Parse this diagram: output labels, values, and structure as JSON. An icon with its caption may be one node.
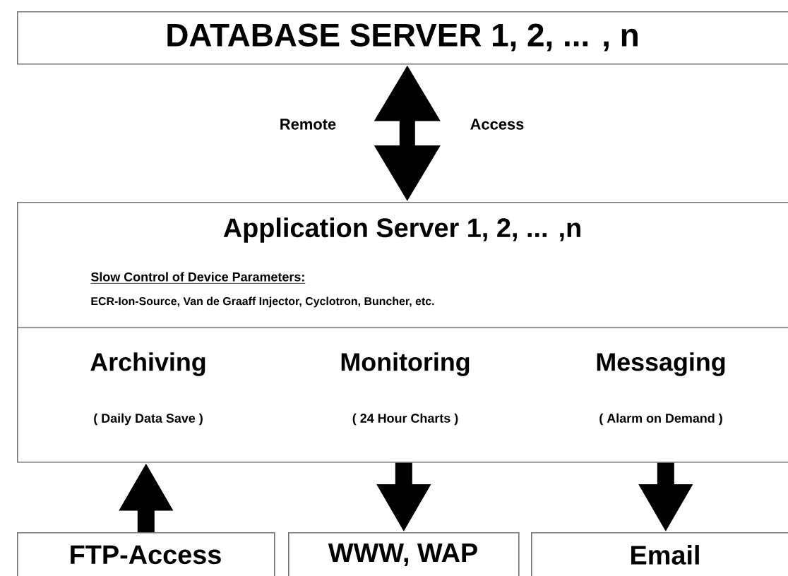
{
  "diagram": {
    "nodes": [
      {
        "text": [
          "DATABASE SERVER 1, 2, ... , n"
        ]
      },
      {
        "text": [
          "Application Server 1, 2, ... ,n",
          "Slow Control of Device Parameters:",
          "ECR-Ion-Source, Van de Graaff Injector, Cyclotron, Buncher, etc.",
          "Archiving",
          "( Daily Data Save )",
          "Monitoring",
          "( 24 Hour Charts )",
          "Messaging",
          "( Alarm on Demand )"
        ]
      },
      {
        "text": [
          "FTP-Access"
        ]
      },
      {
        "text": [
          "WWW, WAP"
        ]
      },
      {
        "text": [
          "Email"
        ]
      }
    ],
    "edges": [
      {
        "from": 0,
        "to": 1,
        "arrow": "both"
      },
      {
        "from": 2,
        "to": 1,
        "arrow": "to"
      },
      {
        "from": 1,
        "to": 3,
        "arrow": "to"
      },
      {
        "from": 1,
        "to": 4,
        "arrow": "to"
      }
    ],
    "labels": [
      "Remote",
      "Access"
    ]
  }
}
